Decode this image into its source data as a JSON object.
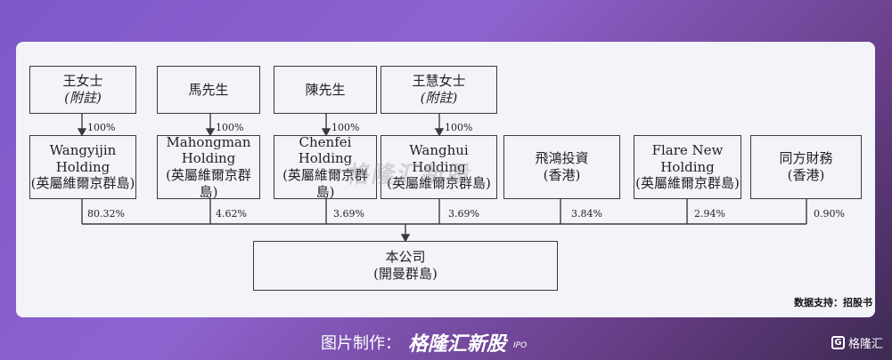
{
  "top_holders": [
    {
      "name": "王女士",
      "note": "(附註)",
      "pct": "100%"
    },
    {
      "name": "馬先生",
      "note": "",
      "pct": "100%"
    },
    {
      "name": "陳先生",
      "note": "",
      "pct": "100%"
    },
    {
      "name": "王慧女士",
      "note": "(附註)",
      "pct": "100%"
    }
  ],
  "holdings": [
    {
      "line1": "Wangyijin",
      "line2": "Holding",
      "line3": "(英屬維爾京群島)",
      "pct": "80.32%"
    },
    {
      "line1": "Mahongman",
      "line2": "Holding",
      "line3": "(英屬維爾京群島)",
      "pct": "4.62%"
    },
    {
      "line1": "Chenfei",
      "line2": "Holding",
      "line3": "(英屬維爾京群島)",
      "pct": "3.69%"
    },
    {
      "line1": "Wanghui",
      "line2": "Holding",
      "line3": "(英屬維爾京群島)",
      "pct": "3.69%"
    },
    {
      "line1": "飛鴻投資",
      "line2": "(香港)",
      "line3": "",
      "pct": "3.84%"
    },
    {
      "line1": "Flare New",
      "line2": "Holding",
      "line3": "(英屬維爾京群島)",
      "pct": "2.94%"
    },
    {
      "line1": "同方財務",
      "line2": "(香港)",
      "line3": "",
      "pct": "0.90%"
    }
  ],
  "company": {
    "line1": "本公司",
    "line2": "(開曼群島)"
  },
  "source": "数据支持：招股书",
  "watermark": "格隆汇新股",
  "footer": {
    "label": "图片制作：",
    "brand": "格隆汇新股",
    "tag": "IPO"
  },
  "logo": {
    "mark": "G",
    "text": "格隆汇"
  },
  "colors": {
    "background": "#8e63cf",
    "panel": "#f3f4fa",
    "line": "#3a3a3a"
  }
}
